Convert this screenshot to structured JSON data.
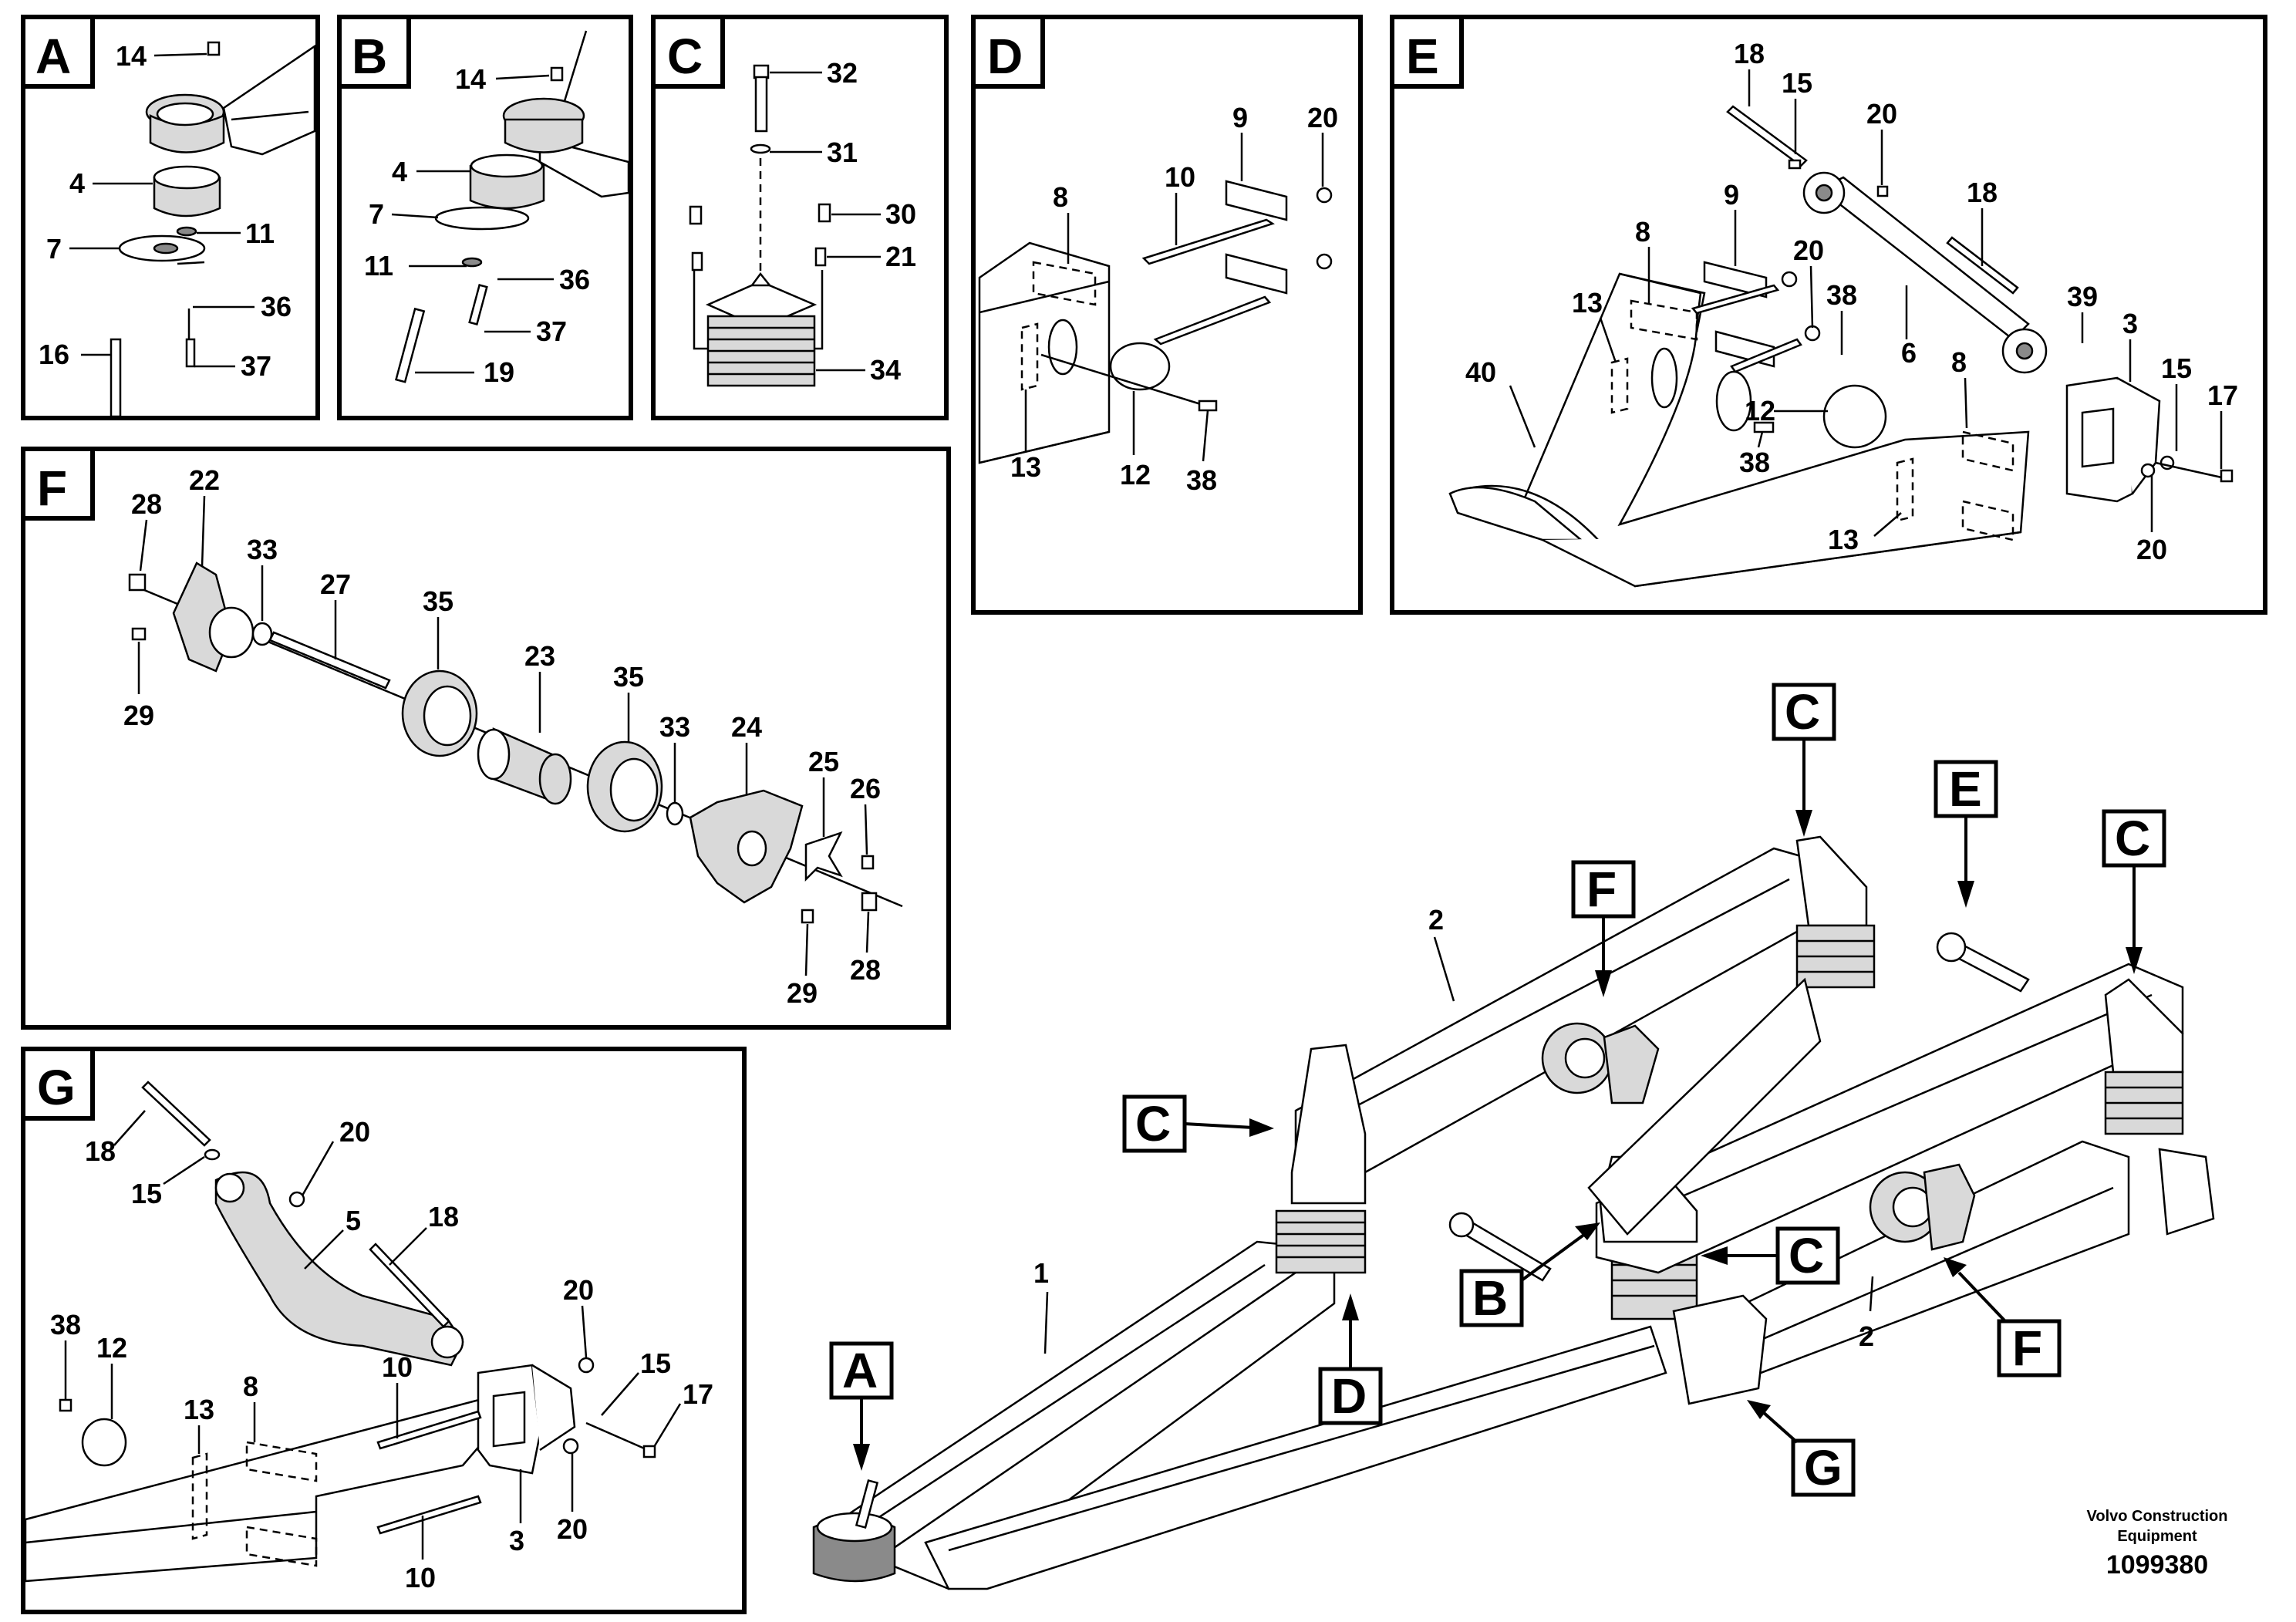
{
  "panels": {
    "A": {
      "letter": "A",
      "parts": [
        "14",
        "4",
        "11",
        "7",
        "36",
        "16",
        "37"
      ]
    },
    "B": {
      "letter": "B",
      "parts": [
        "14",
        "4",
        "7",
        "11",
        "36",
        "37",
        "19"
      ]
    },
    "C": {
      "letter": "C",
      "parts": [
        "32",
        "31",
        "30",
        "21",
        "34"
      ]
    },
    "D": {
      "letter": "D",
      "parts": [
        "9",
        "20",
        "8",
        "10",
        "13",
        "12",
        "38"
      ]
    },
    "E": {
      "letter": "E",
      "parts": [
        "18",
        "15",
        "20",
        "9",
        "8",
        "13",
        "40",
        "20",
        "38",
        "6",
        "18",
        "39",
        "3",
        "15",
        "17",
        "12",
        "38",
        "8",
        "13",
        "20"
      ]
    },
    "F": {
      "letter": "F",
      "parts": [
        "28",
        "22",
        "33",
        "27",
        "35",
        "23",
        "35",
        "33",
        "24",
        "25",
        "26",
        "29",
        "29",
        "28"
      ]
    },
    "G": {
      "letter": "G",
      "parts": [
        "18",
        "15",
        "20",
        "5",
        "18",
        "20",
        "38",
        "12",
        "13",
        "8",
        "10",
        "15",
        "17",
        "3",
        "20",
        "10"
      ]
    }
  },
  "main": {
    "callouts": [
      "C",
      "F",
      "C",
      "E",
      "C",
      "C",
      "B",
      "F",
      "D",
      "G",
      "A"
    ],
    "parts": [
      "2",
      "1",
      "2"
    ]
  },
  "watermark": {
    "company_line1": "Volvo Construction",
    "company_line2": "Equipment",
    "drawing_number": "1099380"
  }
}
